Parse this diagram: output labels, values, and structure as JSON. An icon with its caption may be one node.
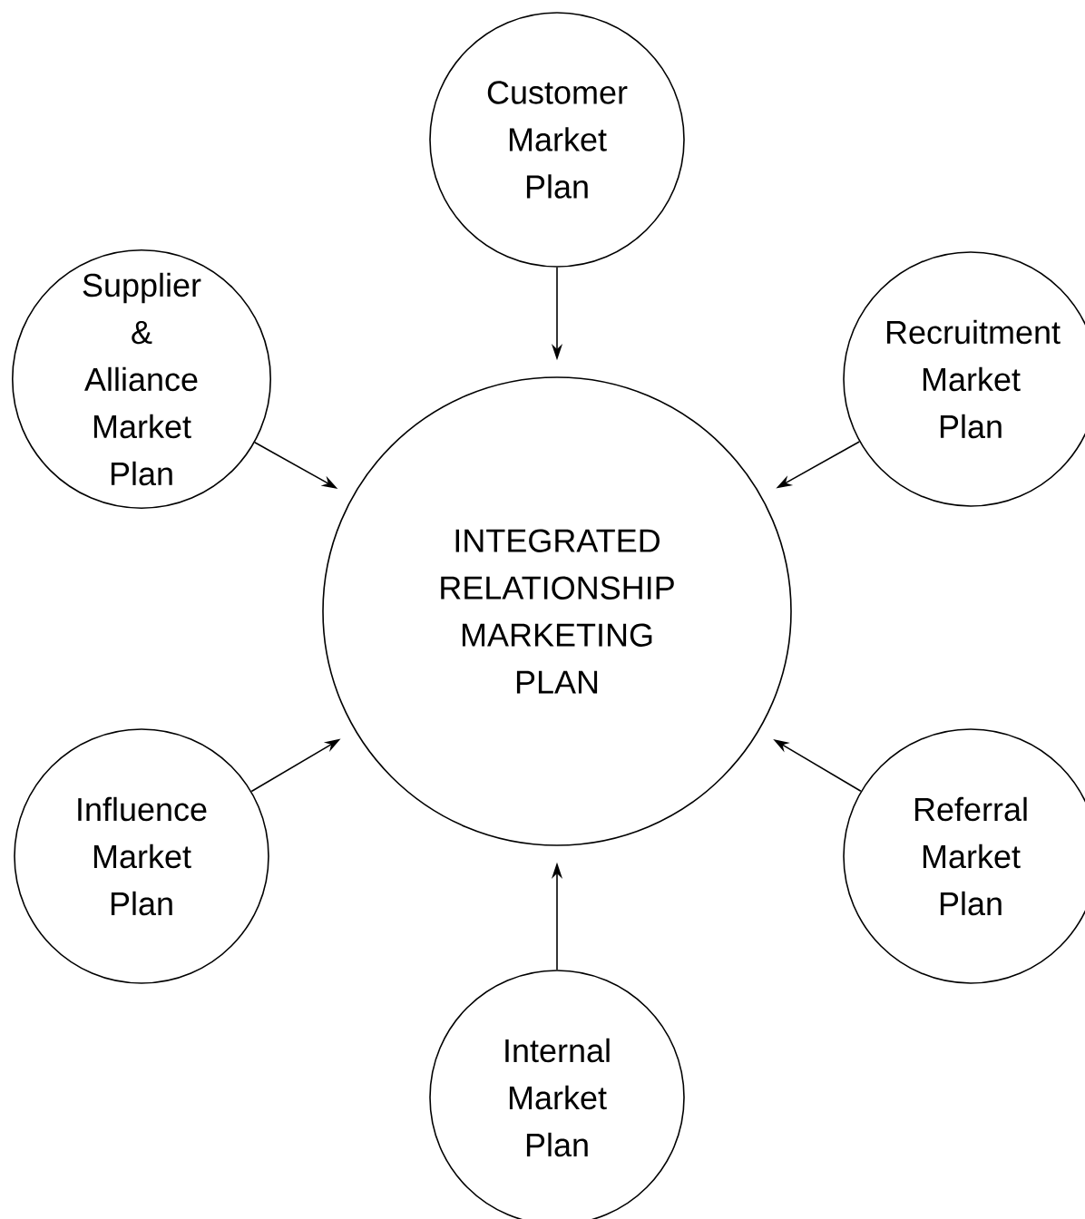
{
  "diagram": {
    "nodes": [
      {
        "text": [
          "Customer Market Plan"
        ]
      },
      {
        "text": [
          "Supplier & Alliance Market Plan"
        ]
      },
      {
        "text": [
          "Recruitment Market Plan"
        ]
      },
      {
        "text": [
          "INTEGRATED RELATIONSHIP MARKETING PLAN"
        ]
      },
      {
        "text": [
          "Influence Market Plan"
        ]
      },
      {
        "text": [
          "Referral Market Plan"
        ]
      },
      {
        "text": [
          "Internal Market Plan"
        ]
      }
    ],
    "edges": [
      {
        "from": 0,
        "to": 3,
        "arrow": "to"
      },
      {
        "from": 1,
        "to": 3,
        "arrow": "to"
      },
      {
        "from": 2,
        "to": 3,
        "arrow": "to"
      },
      {
        "from": 4,
        "to": 3,
        "arrow": "to"
      },
      {
        "from": 5,
        "to": 3,
        "arrow": "to"
      },
      {
        "from": 6,
        "to": 3,
        "arrow": "to"
      }
    ]
  }
}
